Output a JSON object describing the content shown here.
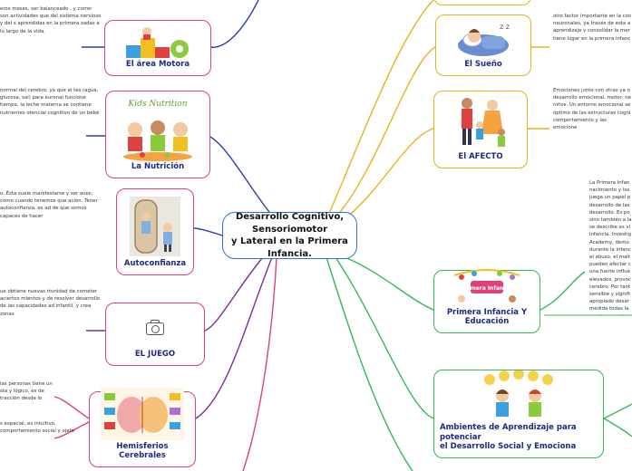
{
  "center": {
    "line1": "Desarrollo Cognitivo,",
    "line2": "Sensoriomotor",
    "line3": "y Lateral en la Primera Infancia."
  },
  "branches": {
    "motora": {
      "title": "El área Motora",
      "note": "eros meses, ser balanceado , y correr son actividades que del sistema nervioso y del s aprendidas en la primera zadas a lo largo de la vida."
    },
    "nutricion": {
      "title": "La Nutrición",
      "image_caption": "Kids Nutrition",
      "note": "normal del cerebro, ya que el tes (agua, glucosa, sal) para euronal funcione tiempo, la leche materna se contiene nutrientes otencial cognitivo de un bebé"
    },
    "autoconfianza": {
      "title": "Autoconfianza",
      "note": "o. Ésta suele manifestarse y ser aves, como cuando tenemos que ación. Tener autoconfianza, es ad de que somos capaces de hacer"
    },
    "juego": {
      "title": "EL JUEGO",
      "note": "ue obtiene nuevas rtunidad de cometer aciertos mientos y de resolver desarrollo de las capacidades ad infantil, y crea zonas"
    },
    "hemisferios": {
      "title": "Hemisferios Cerebrales",
      "note_top": "las personas tiene un sta y lógico, es de tracción desde lo",
      "note_bottom": "s espacial, es intuitivo, comportamiento social y ojeto"
    },
    "sueno": {
      "title": "El Sueño",
      "note": "otro factor importante en la con neuronales, ya través de esta a aprendizaje y consolidar la mer tiene lugar en la primera infanc"
    },
    "afecto": {
      "title": "El AFECTO",
      "note": "Emociones junto con otras ya n desarrollo emocional, motor, ne niños. Un entorno emocional se óptimo de las estructuras cogni comportamiento y las emocione"
    },
    "educacion": {
      "title": "Primera Infancia Y Educación",
      "image_caption": "Primera Infancia",
      "note": "La Primera Infan nacimiento y los juega un papel p desarrollo de las desarrollo. Es po sino también a la se describe es vi infancia. Investig Academy, demo durante la infanc el abuso, el malt pueden afectar c una fuerte influe elevados, provoc cerebro. Por tant sensible y signifi apropiado desar medida todas la con las que el se"
    },
    "ambientes": {
      "title_line1": "Ambientes de Aprendizaje para potenciar",
      "title_line2": "el Desarrollo Social y Emociona"
    }
  },
  "colors": {
    "pink": "#e0407a",
    "gold": "#e7b31a",
    "green": "#34b85a",
    "center_border": "#2f6fd0",
    "title_text": "#1d2a80"
  }
}
